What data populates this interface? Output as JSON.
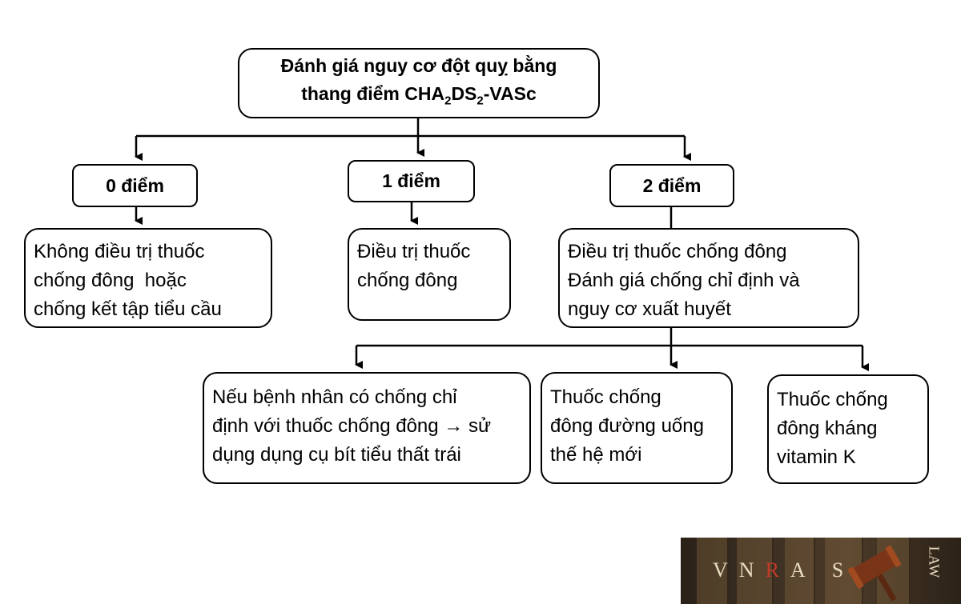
{
  "title": {
    "line1": "Đánh giá nguy cơ đột quỵ bằng",
    "line2_prefix": "thang điểm CHA",
    "line2_sub1": "2",
    "line2_mid": "DS",
    "line2_sub2": "2",
    "line2_suffix": "-VASc"
  },
  "scores": [
    {
      "label": "0 điểm"
    },
    {
      "label": "1 điểm"
    },
    {
      "label": "2 điểm"
    }
  ],
  "outcomes": [
    {
      "lines": [
        "Không điều trị thuốc",
        "chống đông  hoặc",
        "chống kết tập tiểu cầu"
      ]
    },
    {
      "lines": [
        "Điều trị thuốc",
        "chống đông"
      ]
    },
    {
      "lines": [
        "Điều trị thuốc chống đông",
        "Đánh giá chống chỉ định và",
        "nguy cơ xuất huyết"
      ]
    }
  ],
  "sub_options": [
    {
      "lines": [
        "Nếu bệnh nhân có chống chỉ",
        "định với thuốc chống đông → sử",
        "dụng dụng cụ bít tiểu thất trái"
      ]
    },
    {
      "lines": [
        "Thuốc chống",
        "đông đường uống",
        "thế hệ mới"
      ]
    },
    {
      "lines": [
        "Thuốc chống",
        "đông kháng",
        "vitamin K"
      ]
    }
  ],
  "logo": {
    "letters": [
      "V",
      "N",
      "R",
      "A",
      "S"
    ],
    "side_text": "LAW",
    "accent_color": "#c23a2a"
  }
}
